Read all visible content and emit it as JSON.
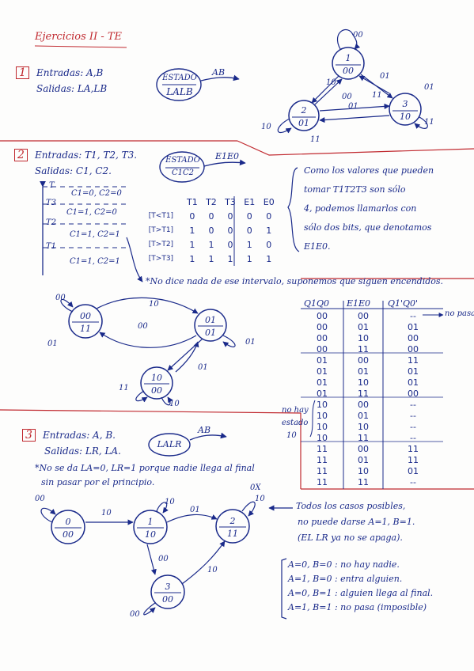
{
  "title": "Ejercicios II - TE",
  "ex1": {
    "number": "1",
    "inputs_line": "Entradas: A,B",
    "outputs_line": "Salidas: LA,LB",
    "legend_top": "ESTADO",
    "legend_bottom": "LALB",
    "legend_arrow": "AB",
    "nodes": [
      {
        "top": "1",
        "bottom": "00"
      },
      {
        "top": "2",
        "bottom": "01"
      },
      {
        "top": "3",
        "bottom": "10"
      }
    ],
    "edge_labels": [
      "00",
      "01",
      "10",
      "00",
      "01",
      "11",
      "10",
      "11",
      "11",
      "01"
    ]
  },
  "ex2": {
    "number": "2",
    "inputs_line": "Entradas: T1, T2, T3.",
    "outputs_line": "Salidas: C1, C2.",
    "legend_top": "ESTADO",
    "legend_bottom": "C1C2",
    "legend_arrow": "E1E0",
    "timeline": {
      "ticks": [
        "T",
        "T3",
        "T2",
        "T1"
      ],
      "intervals": [
        "C1=0, C2=0",
        "C1=1, C2=0",
        "C1=1, C2=1",
        "C1=1, C2=1"
      ]
    },
    "note_lines": [
      "Como los valores que pueden",
      "tomar T1T2T3 son sólo",
      "4, podemos llamarlos con",
      "sólo dos bits, que denotamos",
      "E1E0."
    ],
    "footnote": "*No dice nada de ese intervalo, suponemos que siguen encendidos.",
    "table1": {
      "header": [
        "",
        "T1",
        "T2",
        "T3",
        "E1",
        "E0"
      ],
      "rows": [
        [
          "[T<T1]",
          "0",
          "0",
          "0",
          "0",
          "0"
        ],
        [
          "[T>T1]",
          "1",
          "0",
          "0",
          "0",
          "1"
        ],
        [
          "[T>T2]",
          "1",
          "1",
          "0",
          "1",
          "0"
        ],
        [
          "[T>T3]",
          "1",
          "1",
          "1",
          "1",
          "1"
        ]
      ]
    },
    "nodes": [
      {
        "top": "00",
        "bottom": "11"
      },
      {
        "top": "01",
        "bottom": "01"
      },
      {
        "top": "10",
        "bottom": "00"
      }
    ],
    "edge_labels": [
      "00",
      "10",
      "00",
      "01",
      "01",
      "01",
      "11",
      "10"
    ],
    "table2": {
      "header": [
        "Q1Q0",
        "E1E0",
        "Q1'Q0'"
      ],
      "side_label_1": "no hay",
      "side_label_2": "estado",
      "side_label_3": "10",
      "arrow_note": "no pasa",
      "rows": [
        [
          "00",
          "00",
          "--"
        ],
        [
          "00",
          "01",
          "01"
        ],
        [
          "00",
          "10",
          "00"
        ],
        [
          "00",
          "11",
          "00"
        ],
        [
          "01",
          "00",
          "11"
        ],
        [
          "01",
          "01",
          "01"
        ],
        [
          "01",
          "10",
          "01"
        ],
        [
          "01",
          "11",
          "00"
        ],
        [
          "10",
          "00",
          "--"
        ],
        [
          "10",
          "01",
          "--"
        ],
        [
          "10",
          "10",
          "--"
        ],
        [
          "10",
          "11",
          "--"
        ],
        [
          "11",
          "00",
          "11"
        ],
        [
          "11",
          "01",
          "11"
        ],
        [
          "11",
          "10",
          "01"
        ],
        [
          "11",
          "11",
          "--"
        ]
      ]
    }
  },
  "ex3": {
    "number": "3",
    "inputs_line": "Entradas: A, B.",
    "outputs_line": "Salidas: LR, LA.",
    "legend_bottom": "LALR",
    "legend_arrow": "AB",
    "note_lines": [
      "*No se da LA=0, LR=1 porque nadie llega al final",
      "sin pasar por el principio."
    ],
    "nodes": [
      {
        "top": "0",
        "bottom": "00"
      },
      {
        "top": "1",
        "bottom": "10"
      },
      {
        "top": "2",
        "bottom": "11"
      },
      {
        "top": "3",
        "bottom": "00"
      }
    ],
    "edge_labels": [
      "00",
      "10",
      "10",
      "01",
      "0X",
      "10",
      "00",
      "10",
      "00"
    ],
    "cases_note_lines": [
      "Todos los casos posibles,",
      "no puede darse A=1, B=1.",
      "(EL LR ya no se apaga)."
    ],
    "cases": [
      "A=0, B=0 : no hay nadie.",
      "A=1, B=0 : entra alguien.",
      "A=0, B=1 : alguien llega al final.",
      "A=1, B=1 : no pasa (imposible)"
    ]
  }
}
